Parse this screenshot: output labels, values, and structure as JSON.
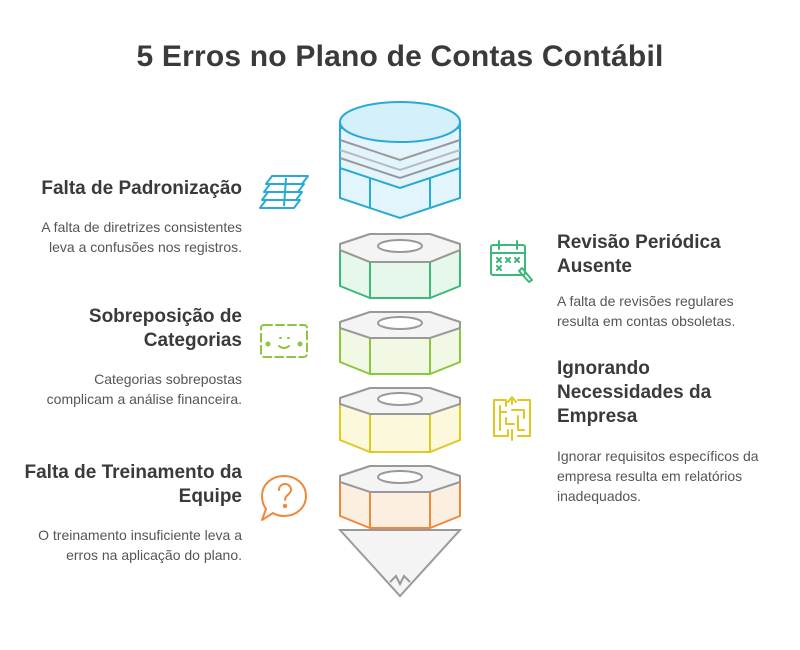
{
  "title": "5 Erros no Plano de Contas Contábil",
  "items": [
    {
      "head": "Falta de Padronização",
      "desc": "A falta de diretrizes consistentes leva a confusões nos registros.",
      "color": "#29a9d6",
      "icon": "stacked-documents-icon"
    },
    {
      "head": "Revisão Periódica Ausente",
      "desc": "A falta de revisões regulares resulta em contas obsoletas.",
      "color": "#3cb878",
      "icon": "calendar-icon"
    },
    {
      "head": "Sobreposição de Categorias",
      "desc": "Categorias sobrepostas complicam a análise financeira.",
      "color": "#8cc63f",
      "icon": "confused-chat-icon"
    },
    {
      "head": "Ignorando Necessidades da Empresa",
      "desc": "Ignorar requisitos específicos da empresa resulta em relatórios inadequados.",
      "color": "#e0c820",
      "icon": "maze-icon"
    },
    {
      "head": "Falta de Treinamento da Equipe",
      "desc": "O treinamento insuficiente leva a erros na aplicação do plano.",
      "color": "#f0883a",
      "icon": "question-bubble-icon"
    }
  ]
}
